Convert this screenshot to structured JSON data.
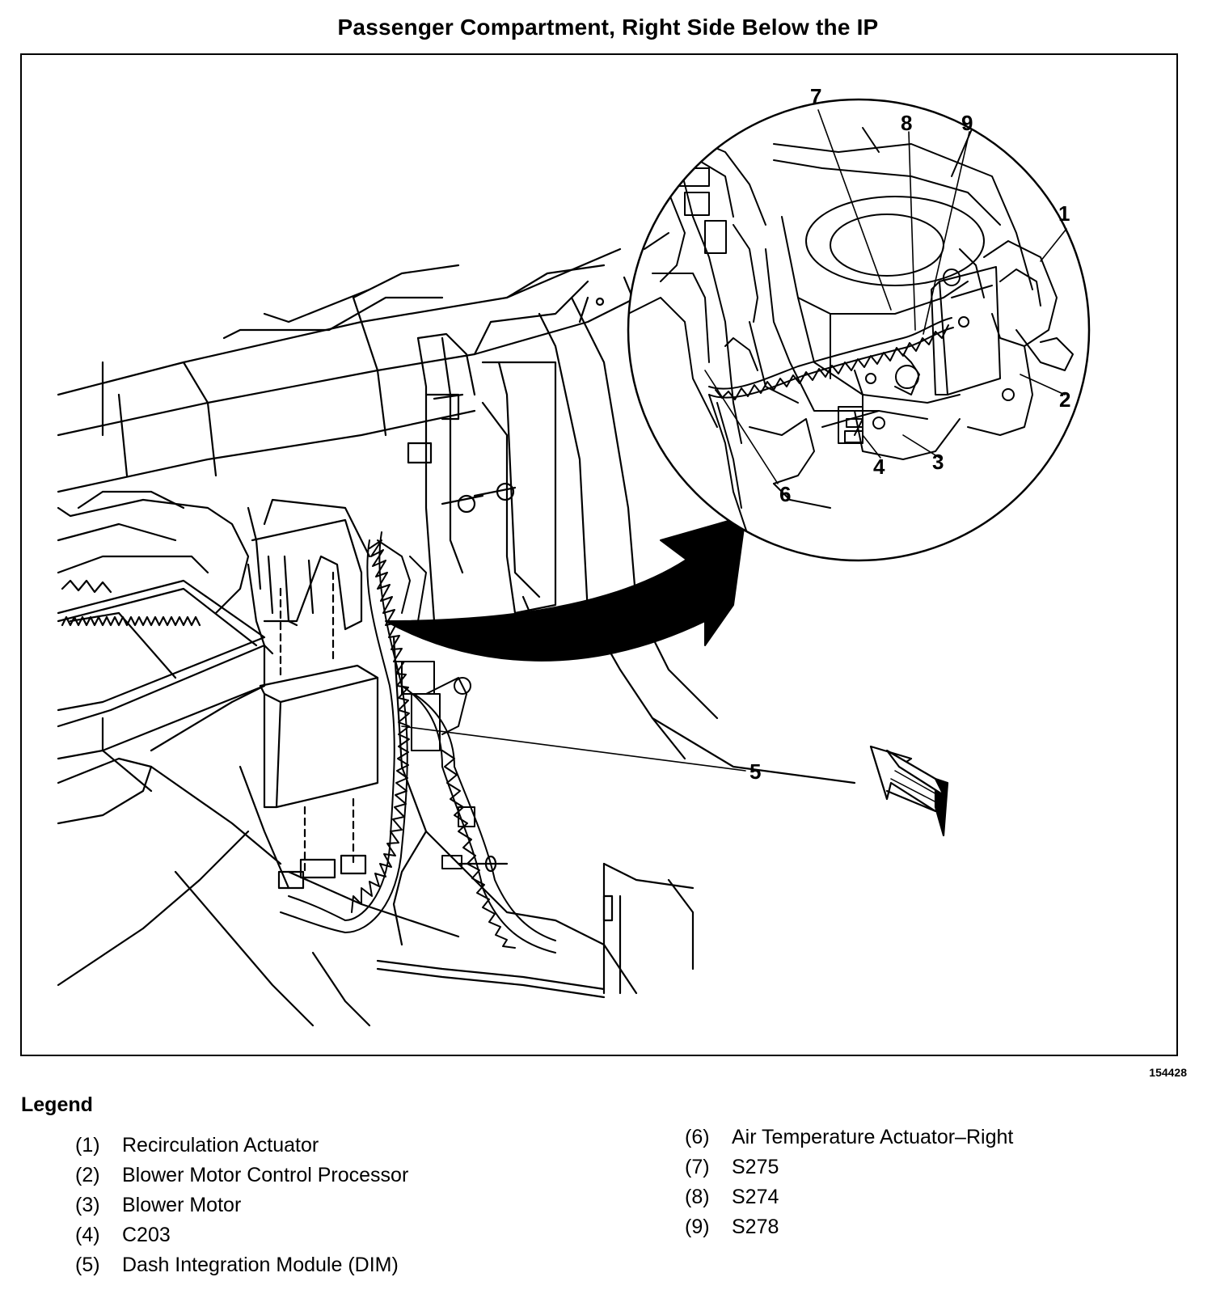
{
  "title": "Passenger Compartment, Right Side Below the IP",
  "figure_id": "154428",
  "legend": {
    "heading": "Legend",
    "items": [
      {
        "num": "(1)",
        "label": "Recirculation Actuator"
      },
      {
        "num": "(2)",
        "label": "Blower Motor Control Processor"
      },
      {
        "num": "(3)",
        "label": "Blower Motor"
      },
      {
        "num": "(4)",
        "label": "C203"
      },
      {
        "num": "(5)",
        "label": "Dash Integration Module (DIM)"
      },
      {
        "num": "(6)",
        "label": "Air Temperature Actuator–Right"
      },
      {
        "num": "(7)",
        "label": "S275"
      },
      {
        "num": "(8)",
        "label": "S274"
      },
      {
        "num": "(9)",
        "label": "S278"
      }
    ]
  },
  "callouts": {
    "c1": "1",
    "c2": "2",
    "c3": "3",
    "c4": "4",
    "c5": "5",
    "c6": "6",
    "c7": "7",
    "c8": "8",
    "c9": "9"
  }
}
